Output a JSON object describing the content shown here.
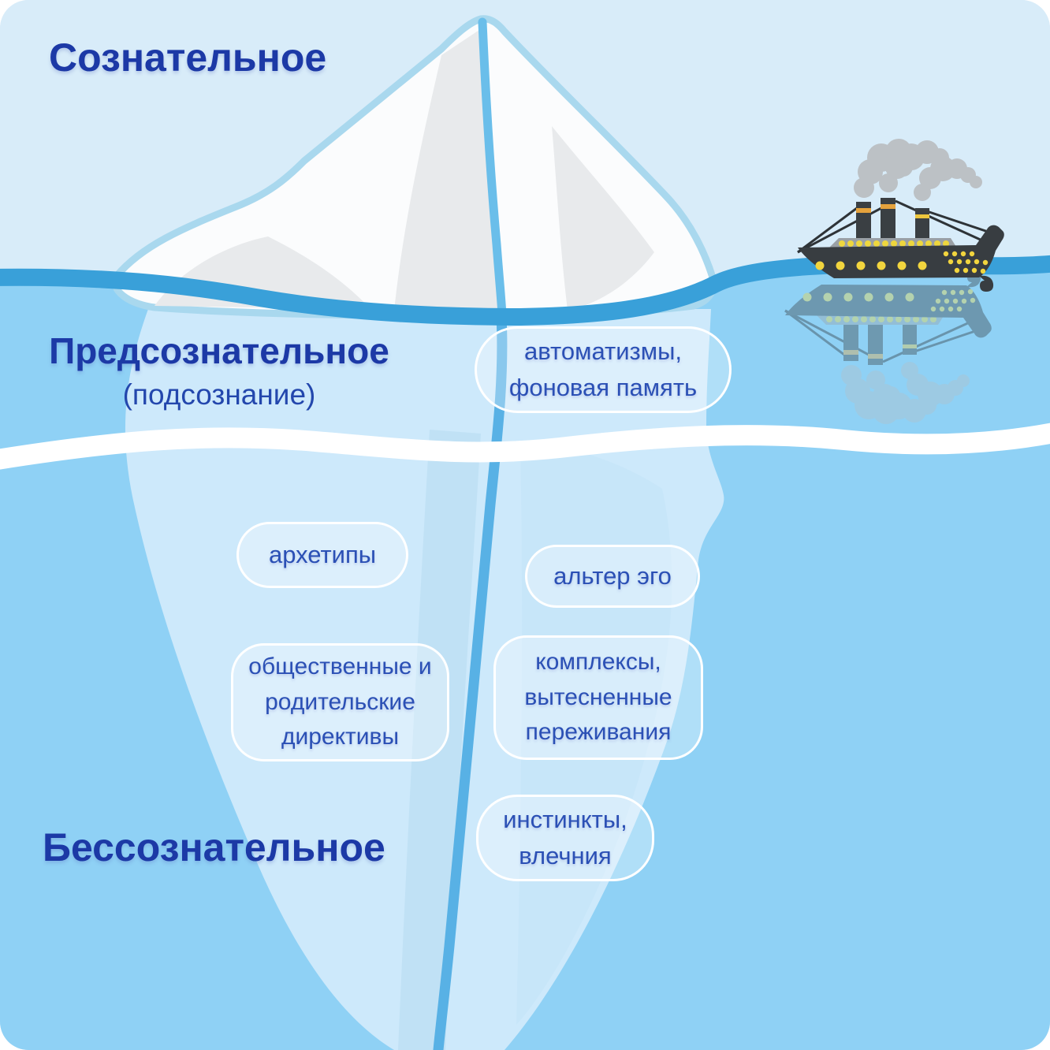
{
  "zones": {
    "conscious": {
      "label": "Сознательное"
    },
    "preconscious": {
      "label": "Предсознательное",
      "sublabel": "(подсознание)"
    },
    "unconscious": {
      "label": "Бессознательное"
    }
  },
  "bubbles": [
    {
      "name": "automatisms",
      "lines": [
        "автоматизмы,",
        "фоновая память"
      ]
    },
    {
      "name": "archetypes",
      "lines": [
        "архетипы"
      ]
    },
    {
      "name": "alter-ego",
      "lines": [
        "альтер эго"
      ]
    },
    {
      "name": "directives",
      "lines": [
        "общественные и",
        "родительские",
        "директивы"
      ]
    },
    {
      "name": "complexes",
      "lines": [
        "комплексы,",
        "вытесненные",
        "переживания"
      ]
    },
    {
      "name": "instincts",
      "lines": [
        "инстинкты,",
        "влечния"
      ]
    }
  ],
  "illustrations": {
    "iceberg": "iceberg with crack, tip above waterline and large mass underwater",
    "ship": "dark steamship with three funnels, yellow porthole lights and gray smoke",
    "ship_reflection": "faded mirrored reflection of the ship in the water"
  },
  "colors": {
    "sky": "#d8ecf9",
    "water": "#8fd1f5",
    "waterline": "#39a0d9",
    "iceberg_above": "#fbfcfd",
    "iceberg_facet": "#e8eaec",
    "iceberg_outline": "#a9d8ee",
    "iceberg_below": "#cde9fb",
    "crack": "#58b1e5",
    "divider": "#ffffff",
    "heading_text": "#1c39a6",
    "bubble_text": "#2b50b5",
    "bubble_border": "#ffffff",
    "ship_hull": "#383d41",
    "ship_deck": "#9aa0a5",
    "ship_lights": "#f2d53e",
    "smoke": "#b9bdc0"
  }
}
